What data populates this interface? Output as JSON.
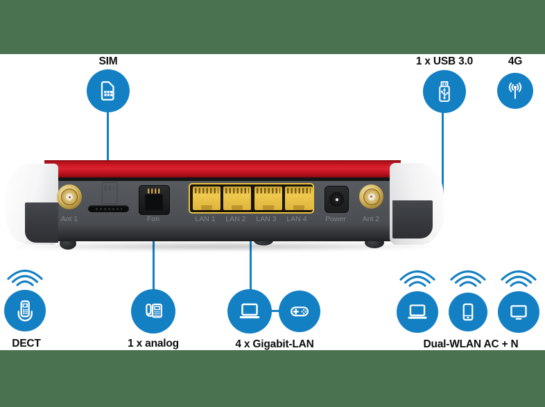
{
  "colors": {
    "accent_blue": "#1480c4",
    "background_band_green": "#4a7150",
    "router_red": "#c8141f",
    "router_gray": "#54575b",
    "lan_port_yellow": "#eec23f",
    "label_text": "#0d0d0d",
    "port_label_text": "#82858a"
  },
  "top_callouts": {
    "sim": {
      "label": "SIM",
      "icon": "sim-card-icon"
    },
    "usb": {
      "label": "1 x USB 3.0",
      "icon": "usb-stick-icon"
    },
    "lte": {
      "label": "4G",
      "icon": "cellular-antenna-icon"
    }
  },
  "bottom_callouts": {
    "dect": {
      "label": "DECT",
      "icons": [
        "wifi-waves-icon",
        "cordless-phone-icon"
      ]
    },
    "analog": {
      "label": "1 x analog",
      "icons": [
        "desk-phone-icon"
      ]
    },
    "gigabit_lan": {
      "label": "4 x Gigabit-LAN",
      "icons": [
        "laptop-icon",
        "gamepad-icon"
      ]
    },
    "dual_wlan": {
      "label": "Dual-WLAN AC + N",
      "icons": [
        "laptop-icon",
        "smartphone-icon",
        "tv-icon",
        "wifi-waves-icon"
      ]
    }
  },
  "router": {
    "ports": {
      "ant1": "Ant 1",
      "fon": "Fon",
      "lan1": "LAN 1",
      "lan2": "LAN 2",
      "lan3": "LAN 3",
      "lan4": "LAN 4",
      "power": "Power",
      "ant2": "Ant 2"
    }
  }
}
